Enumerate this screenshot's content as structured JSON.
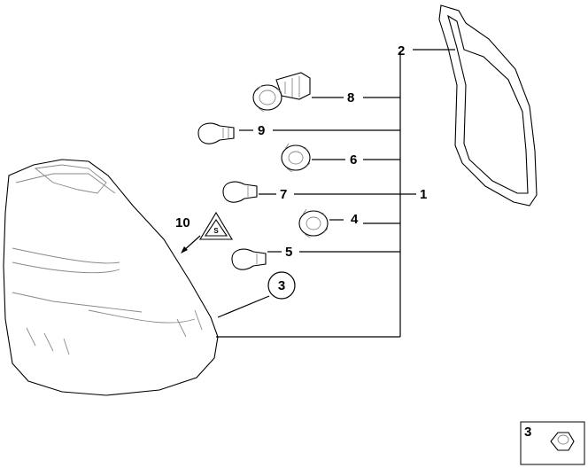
{
  "diagram": {
    "callouts": {
      "c1": "1",
      "c2": "2",
      "c3": "3",
      "c4": "4",
      "c5": "5",
      "c6": "6",
      "c7": "7",
      "c8": "8",
      "c9": "9",
      "c10": "10"
    },
    "inset": {
      "label": "3"
    }
  }
}
